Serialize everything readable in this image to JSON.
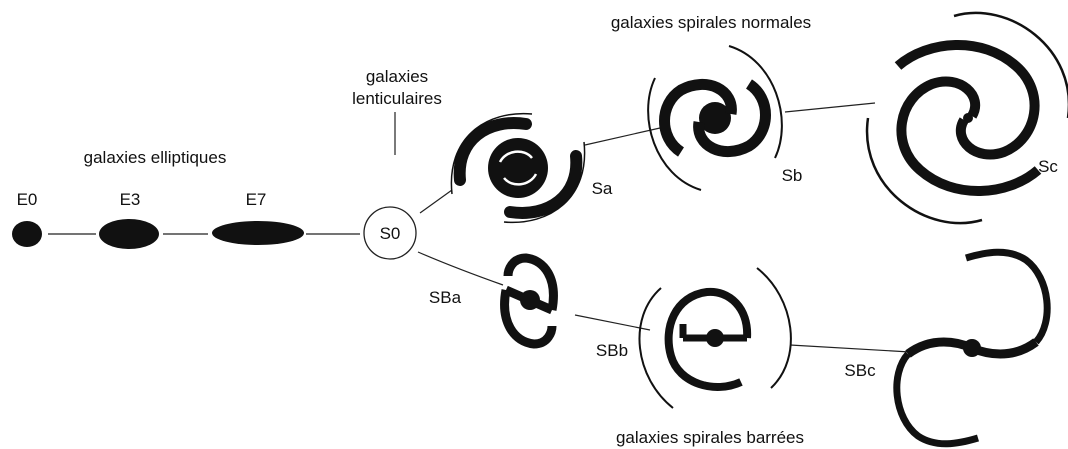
{
  "groups": {
    "elliptical": "galaxies elliptiques",
    "lenticular_line1": "galaxies",
    "lenticular_line2": "lenticulaires",
    "normal_spirals": "galaxies spirales normales",
    "barred_spirals": "galaxies spirales barrées"
  },
  "classes": {
    "e0": "E0",
    "e3": "E3",
    "e7": "E7",
    "s0": "S0",
    "sa": "Sa",
    "sb": "Sb",
    "sc": "Sc",
    "sba": "SBa",
    "sbb": "SBb",
    "sbc": "SBc"
  },
  "colors": {
    "ink": "#111111",
    "paper": "#ffffff"
  }
}
